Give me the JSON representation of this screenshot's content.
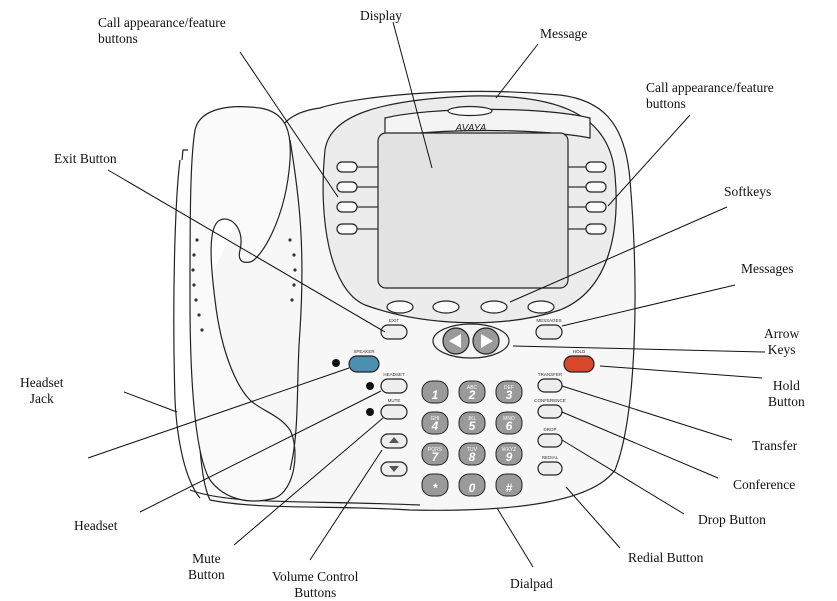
{
  "brand": "AVAYA",
  "labels": {
    "call_appearance_left": "Call appearance/feature",
    "call_appearance_left_2": "buttons",
    "display": "Display",
    "message": "Message",
    "call_appearance_right": "Call appearance/feature",
    "call_appearance_right_2": "buttons",
    "exit_button": "Exit Button",
    "softkeys": "Softkeys",
    "messages": "Messages",
    "arrow_keys": "Arrow",
    "arrow_keys_2": "Keys",
    "headset_jack": "Headset",
    "headset_jack_2": "Jack",
    "hold_button": "Hold",
    "hold_button_2": "Button",
    "transfer": "Transfer",
    "conference": "Conference",
    "headset": "Headset",
    "drop_button": "Drop Button",
    "mute_button": "Mute",
    "mute_button_2": "Button",
    "volume_control": "Volume Control",
    "volume_control_2": "Buttons",
    "redial_button": "Redial Button",
    "dialpad": "Dialpad"
  },
  "key_labels": {
    "exit": "EXIT",
    "messages": "MESSAGES",
    "speaker": "SPEAKER",
    "headset": "HEADSET",
    "mute": "MUTE",
    "hold": "HOLD",
    "transfer": "TRANSFER",
    "conference": "CONFERENCE",
    "drop": "DROP",
    "redial": "REDIAL"
  },
  "dialpad_keys": [
    {
      "digit": "1",
      "letters": ""
    },
    {
      "digit": "2",
      "letters": "ABC"
    },
    {
      "digit": "3",
      "letters": "DEF"
    },
    {
      "digit": "4",
      "letters": "GHI"
    },
    {
      "digit": "5",
      "letters": "JKL"
    },
    {
      "digit": "6",
      "letters": "MNO"
    },
    {
      "digit": "7",
      "letters": "PQRS"
    },
    {
      "digit": "8",
      "letters": "TUV"
    },
    {
      "digit": "9",
      "letters": "WXYZ"
    },
    {
      "digit": "*",
      "letters": ""
    },
    {
      "digit": "0",
      "letters": ""
    },
    {
      "digit": "#",
      "letters": ""
    }
  ],
  "colors": {
    "speaker_button": "#4d8fb0",
    "hold_button": "#d9472b",
    "outline": "#222222",
    "body_fill": "#f4f4f4",
    "key_fill": "#9a9a9a"
  }
}
